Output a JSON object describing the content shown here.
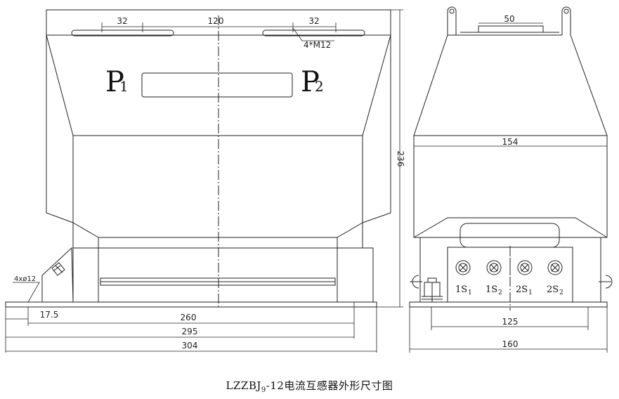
{
  "drawing": {
    "caption_prefix": "LZZBJ",
    "caption_sub": "9",
    "caption_suffix": "-12电流互感器外形尺寸图"
  },
  "front_view": {
    "dims": {
      "top_left": "32",
      "top_middle": "120",
      "top_right": "32",
      "thread": "4*M12",
      "height": "236",
      "hole_spec": "4xø12",
      "edge_offset": "17.5",
      "hole_spacing": "260",
      "base_width": "295",
      "overall_width": "304"
    },
    "labels": {
      "p1_main": "P",
      "p1_sub": "1",
      "p2_main": "P",
      "p2_sub": "2"
    }
  },
  "side_view": {
    "dims": {
      "top_width": "50",
      "body_width": "154",
      "hole_spacing": "125",
      "base_width": "160"
    },
    "terminals": [
      {
        "main": "1S",
        "sub": "1"
      },
      {
        "main": "1S",
        "sub": "2"
      },
      {
        "main": "2S",
        "sub": "1"
      },
      {
        "main": "2S",
        "sub": "2"
      }
    ]
  }
}
